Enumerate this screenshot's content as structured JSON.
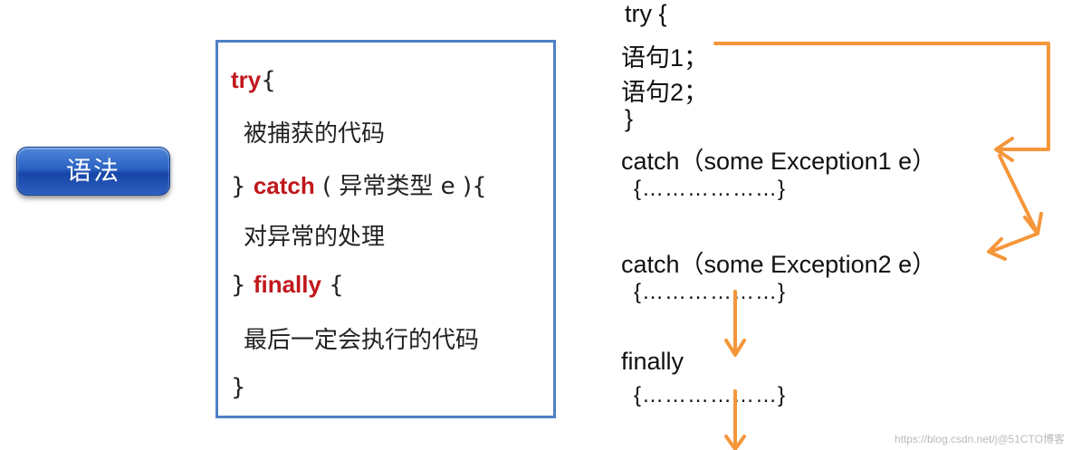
{
  "badge": {
    "label": "语法"
  },
  "code": {
    "try_kw": "try",
    "try_open": "{",
    "try_body": "被捕获的代码",
    "catch_close": "}",
    "catch_kw": "catch",
    "catch_params": " ( 异常类型  e ){",
    "catch_body": "对异常的处理",
    "finally_close": "}",
    "finally_kw": "finally",
    "finally_open": " {",
    "finally_body": "最后一定会执行的代码",
    "end": "}"
  },
  "flow": {
    "try_line": "try  {",
    "stmt1": "语句1；",
    "stmt2": "语句2；",
    "try_close": "}",
    "catch1": "catch（some Exception1   e）",
    "catch1_body": "{………………}",
    "catch2": "catch（some Exception2  e）",
    "catch2_body": "{………………}",
    "finally": "finally",
    "finally_body": "{………………}"
  },
  "colors": {
    "arrow": "#f5963a",
    "keyword": "#c0181c",
    "box_border": "#4f81c7",
    "badge": "#2a62c4"
  },
  "watermark": "https://blog.csdn.net/j@51CTO博客"
}
